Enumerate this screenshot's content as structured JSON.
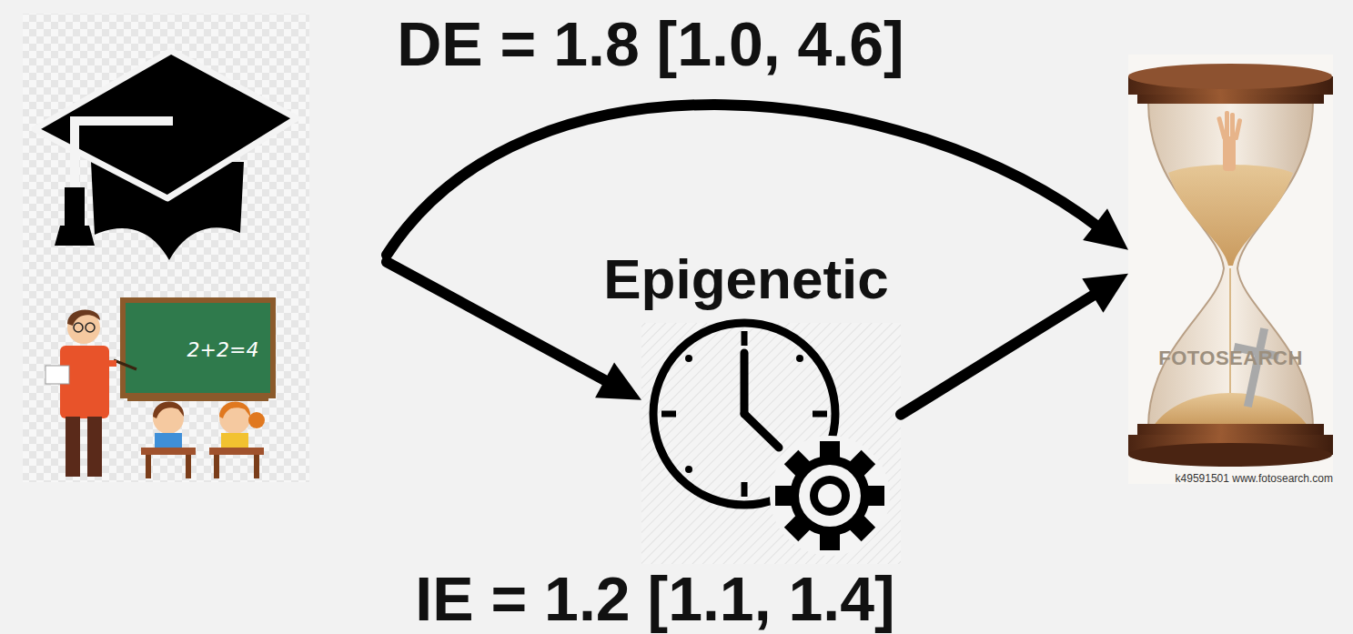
{
  "diagram": {
    "nodes": [
      {
        "text": [
          "2+2=4"
        ]
      },
      {
        "text": [
          "Epigenetic"
        ]
      },
      {
        "text": [
          "FOTOSEARCH",
          "k49591501 www.fotosearch.com"
        ]
      }
    ],
    "edges": [
      {
        "from": 0,
        "to": 2,
        "arrow": "to",
        "label": "DE = 1.8 [1.0, 4.6]"
      },
      {
        "from": 0,
        "to": 1,
        "arrow": "to"
      },
      {
        "from": 1,
        "to": 2,
        "arrow": "to"
      }
    ],
    "labels": [
      "IE = 1.2 [1.1, 1.4]"
    ]
  }
}
